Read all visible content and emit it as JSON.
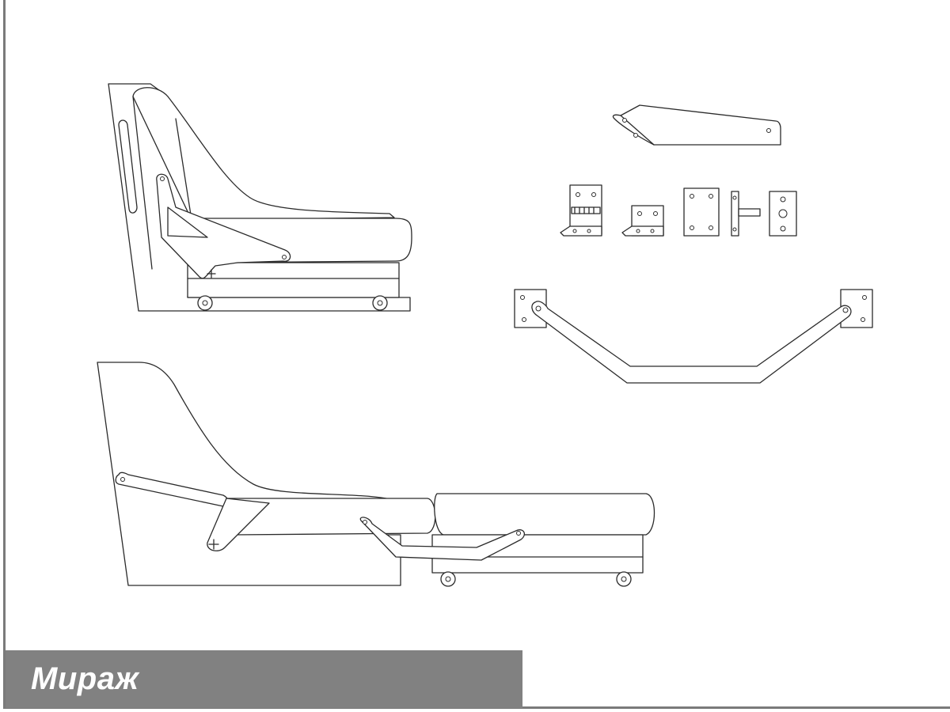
{
  "title": "Мираж",
  "colors": {
    "banner": "#818181",
    "frame": "#7a7a7a",
    "line": "#2b2b2b",
    "background": "#ffffff"
  },
  "parts": [
    "chair-side-view",
    "chair-unfolded-bed-view",
    "mounting-plate",
    "hinge-bracket",
    "angle-bracket",
    "flat-plate",
    "pin-bracket",
    "round-hole-plate",
    "support-bar"
  ]
}
